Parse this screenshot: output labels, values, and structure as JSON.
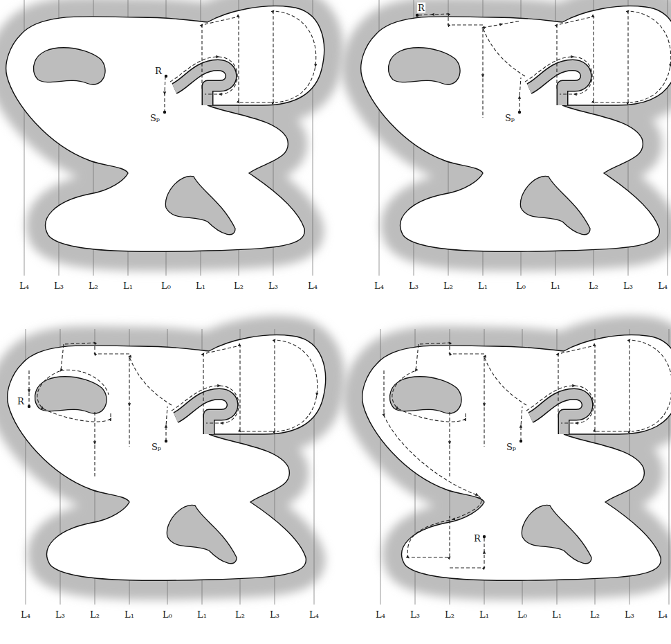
{
  "diagram": {
    "labels": [
      "R",
      "Sₚ",
      "L₄",
      "L₃",
      "L₂",
      "L₁",
      "L₀",
      "L₁",
      "L₂",
      "L₃",
      "L₄",
      "R",
      "Sₚ",
      "L₄",
      "L₃",
      "L₂",
      "L₁",
      "L₀",
      "L₁",
      "L₂",
      "L₃",
      "L₄",
      "R",
      "Sₚ",
      "L₄",
      "L₃",
      "L₂",
      "L₁",
      "L₀",
      "L₁",
      "L₂",
      "L₃",
      "L₄",
      "R",
      "Sₚ",
      "L₄",
      "L₃",
      "L₂",
      "L₁",
      "L₀",
      "L₁",
      "L₂",
      "L₃",
      "L₄"
    ]
  }
}
